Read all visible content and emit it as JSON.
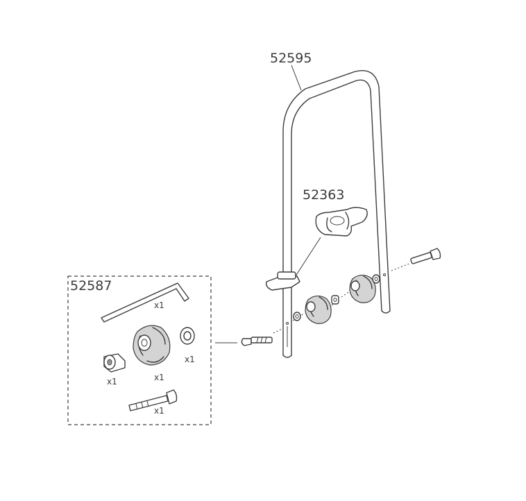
{
  "parts": {
    "frame": {
      "number": "52595"
    },
    "clamp": {
      "number": "52363"
    },
    "kit": {
      "number": "52587",
      "qty_hex_key": "x1",
      "qty_washer": "x1",
      "qty_spacer": "x1",
      "qty_knob": "x1",
      "qty_bolt": "x1"
    }
  },
  "colors": {
    "line": "#3c3c3c",
    "shade": "#d4d4d4",
    "background": "#ffffff"
  }
}
